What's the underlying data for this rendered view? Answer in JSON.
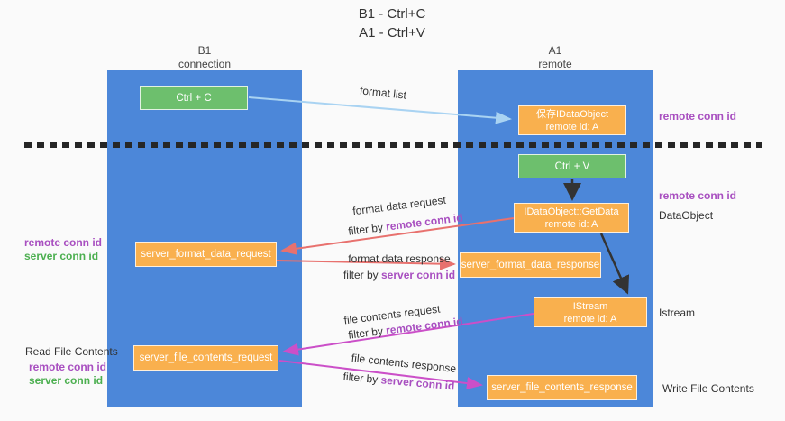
{
  "title": {
    "line1": "B1 - Ctrl+C",
    "line2": "A1 - Ctrl+V"
  },
  "columns": {
    "left": {
      "name": "B1",
      "role": "connection"
    },
    "right": {
      "name": "A1",
      "role": "remote"
    }
  },
  "nodes": {
    "ctrl_c": {
      "label": "Ctrl + C"
    },
    "ctrl_v": {
      "label": "Ctrl + V"
    },
    "save_idataobject": {
      "line1": "保存IDataObject",
      "line2": "remote id: A"
    },
    "idataobject_getdata": {
      "line1": "IDataObject::GetData",
      "line2": "remote id: A"
    },
    "istream": {
      "line1": "IStream",
      "line2": "remote id: A"
    },
    "server_format_data_request": {
      "label": "server_format_data_request"
    },
    "server_format_data_response": {
      "label": "server_format_data_response"
    },
    "server_file_contents_request": {
      "label": "server_file_contents_request"
    },
    "server_file_contents_response": {
      "label": "server_file_contents_response"
    }
  },
  "labels": {
    "format_list": "format list",
    "format_data_request": "format data request",
    "format_data_response": "format data response",
    "file_contents_request": "file contents request",
    "file_contents_response": "file contents response",
    "filter_by": "filter by",
    "remote_conn_id": "remote conn id",
    "server_conn_id": "server conn id",
    "dataobject": "DataObject",
    "istream": "Istream",
    "read_file_contents": "Read File Contents",
    "write_file_contents": "Write File Contents"
  },
  "colors": {
    "column_blue": "#4c87d9",
    "node_orange": "#f9b04e",
    "node_green": "#6dbf6d",
    "arrow_blue": "#a9d3f2",
    "arrow_red": "#e8716e",
    "arrow_magenta": "#cb4fc8",
    "arrow_black": "#333333",
    "text_purple": "#a84fc0",
    "text_green": "#4caf50"
  }
}
